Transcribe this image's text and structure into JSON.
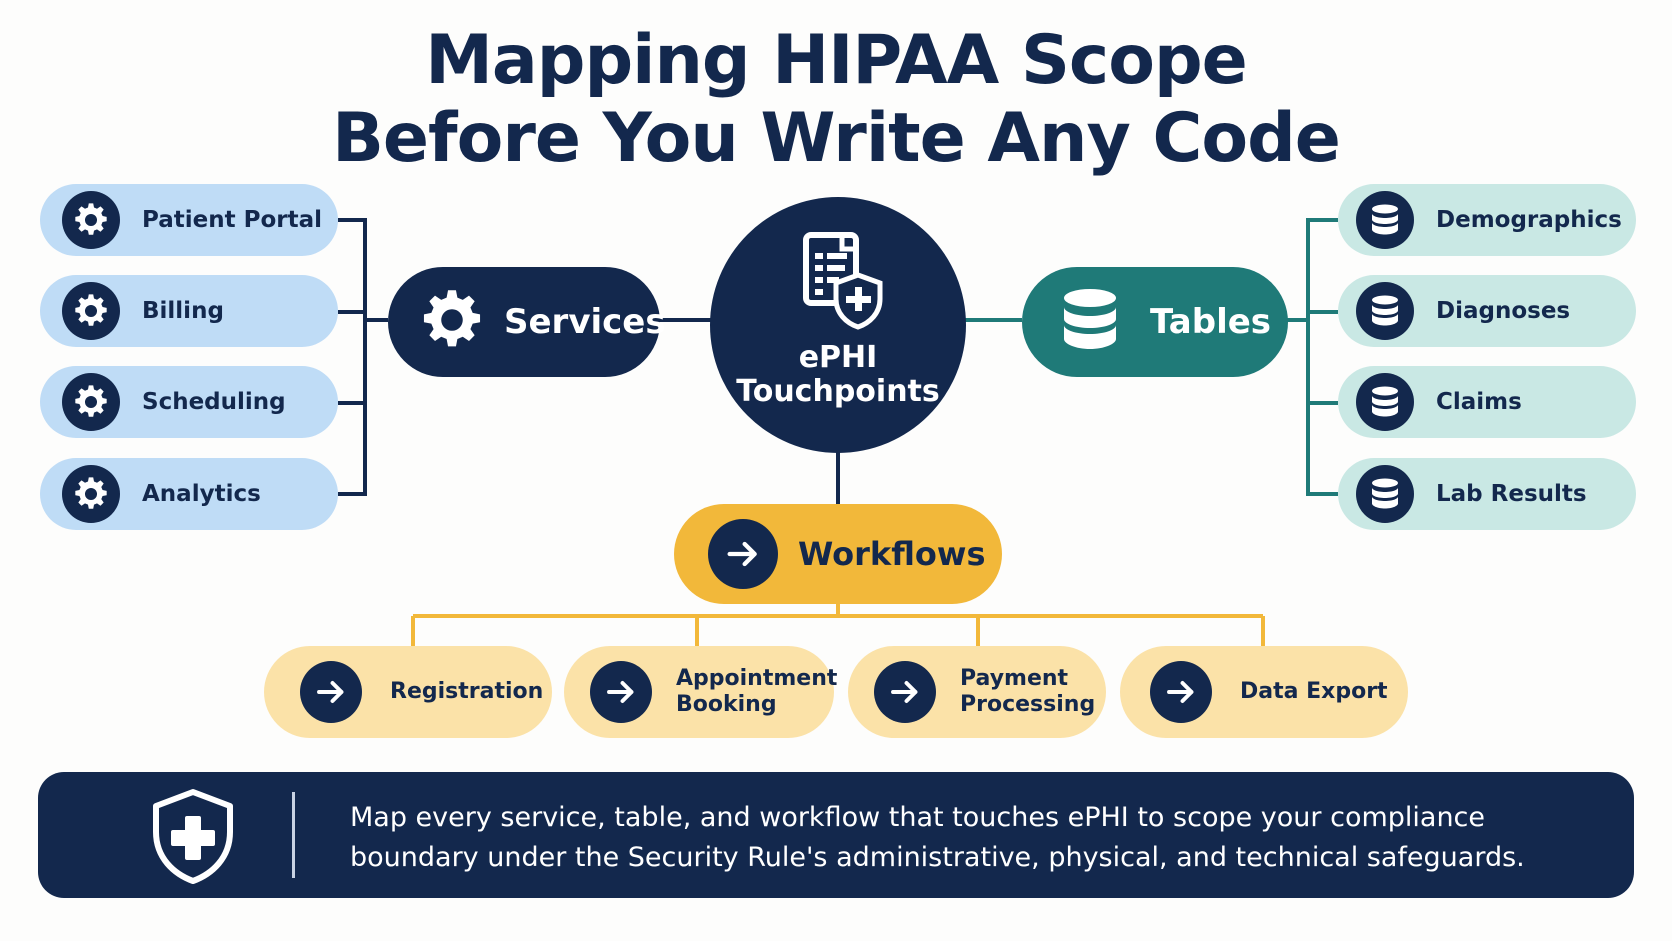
{
  "title": {
    "line1": "Mapping HIPAA Scope",
    "line2": "Before You Write Any Code"
  },
  "center": {
    "label_line1": "ePHI",
    "label_line2": "Touchpoints",
    "icon": "document-shield-icon"
  },
  "services": {
    "label": "Services",
    "icon": "gear-icon",
    "color": "#13284d",
    "items": [
      {
        "label": "Patient Portal",
        "icon": "gear-icon"
      },
      {
        "label": "Billing",
        "icon": "gear-icon"
      },
      {
        "label": "Scheduling",
        "icon": "gear-icon"
      },
      {
        "label": "Analytics",
        "icon": "gear-icon"
      }
    ]
  },
  "tables": {
    "label": "Tables",
    "icon": "database-icon",
    "color": "#1f7a78",
    "items": [
      {
        "label": "Demographics",
        "icon": "database-icon"
      },
      {
        "label": "Diagnoses",
        "icon": "database-icon"
      },
      {
        "label": "Claims",
        "icon": "database-icon"
      },
      {
        "label": "Lab Results",
        "icon": "database-icon"
      }
    ]
  },
  "workflows": {
    "label": "Workflows",
    "icon": "arrow-right-icon",
    "color": "#f2b83a",
    "items": [
      {
        "line1": "Registration",
        "line2": "",
        "icon": "arrow-right-icon"
      },
      {
        "line1": "Appointment",
        "line2": "Booking",
        "icon": "arrow-right-icon"
      },
      {
        "line1": "Payment",
        "line2": "Processing",
        "icon": "arrow-right-icon"
      },
      {
        "line1": "Data Export",
        "line2": "",
        "icon": "arrow-right-icon"
      }
    ]
  },
  "banner": {
    "icon": "shield-plus-icon",
    "line1": "Map every service, table, and workflow that touches ePHI to scope your compliance",
    "line2": "boundary under the Security Rule's administrative, physical, and technical safeguards."
  }
}
